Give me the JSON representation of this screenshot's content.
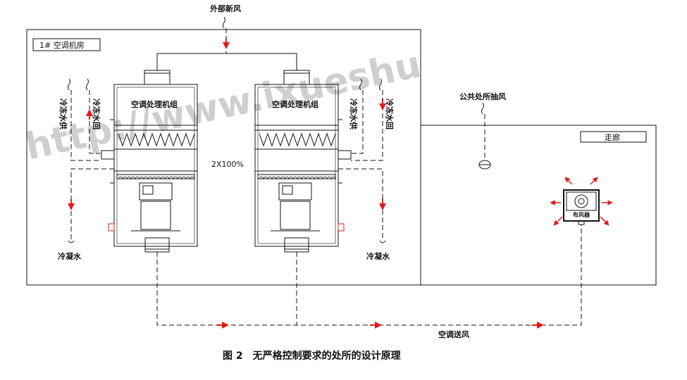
{
  "labels": {
    "outside_fresh_air": "外部新风",
    "ac_room": "1# 空调机房",
    "ahu_left": "空调处理机组",
    "ahu_right": "空调处理机组",
    "capacity": "2X100%",
    "chilled_supply_left": "冷冻水供",
    "chilled_return_left": "冷冻水回",
    "chilled_supply_right": "冷冻水供",
    "chilled_return_right": "冷冻水回",
    "condensate_left": "冷凝水",
    "condensate_right": "冷凝水",
    "public_exhaust": "公共处所抽风",
    "corridor": "走廊",
    "diffuser": "布风器",
    "ac_supply_air": "空调送风",
    "caption": "图 2　无严格控制要求的处所的设计原理",
    "watermark": "http://www.ixueshu"
  },
  "colors": {
    "line": "#111111",
    "flow_arrow": "#e01b1b",
    "watermark": "#cfcfcf"
  }
}
